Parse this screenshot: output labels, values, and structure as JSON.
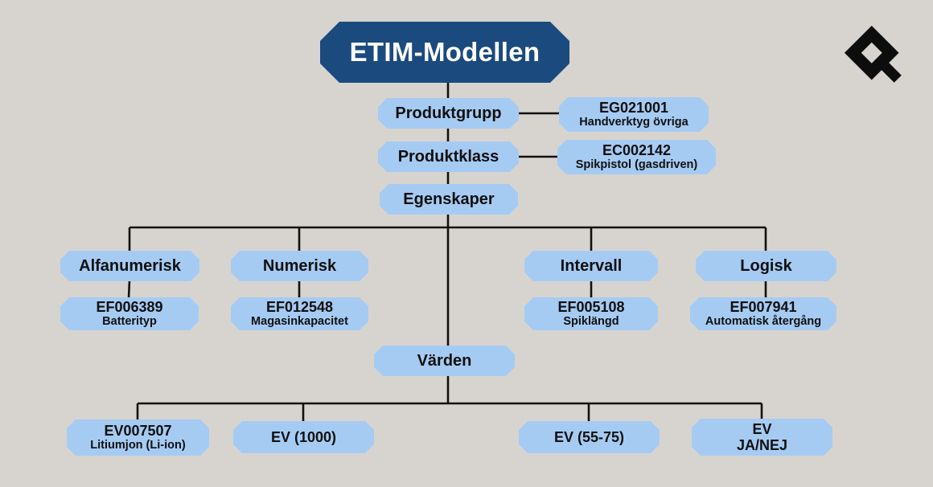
{
  "title": "ETIM-Modellen",
  "levels": {
    "produktgrupp": "Produktgrupp",
    "produktklass": "Produktklass",
    "egenskaper": "Egenskaper",
    "varden": "Värden"
  },
  "product_group": {
    "code": "EG021001",
    "name": "Handverktyg övriga"
  },
  "product_class": {
    "code": "EC002142",
    "name": "Spikpistol (gasdriven)"
  },
  "feature_types": [
    {
      "label": "Alfanumerisk",
      "code": "EF006389",
      "name": "Batterityp"
    },
    {
      "label": "Numerisk",
      "code": "EF012548",
      "name": "Magasinkapacitet"
    },
    {
      "label": "Intervall",
      "code": "EF005108",
      "name": "Spiklängd"
    },
    {
      "label": "Logisk",
      "code": "EF007941",
      "name": "Automatisk återgång"
    }
  ],
  "values": [
    {
      "line1": "EV007507",
      "line2": "Litiumjon (Li-ion)"
    },
    {
      "line1": "EV (1000)"
    },
    {
      "line1": "EV (55-75)"
    },
    {
      "line1": "EV",
      "line2": "JA/NEJ"
    }
  ],
  "icons": {
    "logo": "diamond-q-logo"
  },
  "colors": {
    "background": "#d7d4cf",
    "node_fill": "#a6cbf3",
    "title_fill": "#1b4a7e",
    "title_text": "#ffffff",
    "text": "#101010",
    "line": "#111111",
    "logo": "#0d0d0d"
  }
}
